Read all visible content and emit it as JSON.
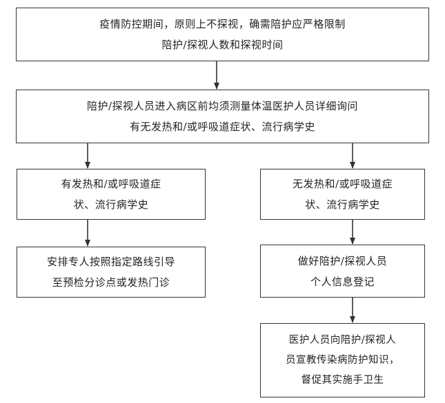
{
  "flowchart": {
    "box1": {
      "line1": "疫情防控期间，原则上不探视，确需陪护应严格限制",
      "line2": "陪护/探视人数和探视时间"
    },
    "box2": {
      "line1": "陪护/探视人员进入病区前均须测量体温医护人员详细询问",
      "line2": "有无发热和/或呼吸道症状、流行病学史"
    },
    "box3": {
      "line1": "有发热和/或呼吸道症",
      "line2": "状、流行病学史"
    },
    "box4": {
      "line1": "无发热和/或呼吸道症",
      "line2": "状、流行病学史"
    },
    "box5": {
      "line1": "安排专人按照指定路线引导",
      "line2": "至预检分诊点或发热门诊"
    },
    "box6": {
      "line1": "做好陪护/探视人员",
      "line2": "个人信息登记"
    },
    "box7": {
      "line1": "医护人员向陪护/探视人",
      "line2": "员宣教传染病防护知识，",
      "line3": "督促其实施手卫生"
    }
  }
}
